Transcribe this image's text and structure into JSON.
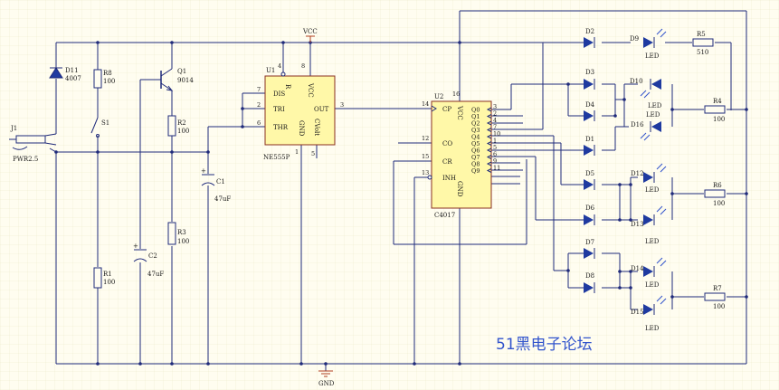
{
  "schematic": {
    "labels": {
      "J1": "J1",
      "PWR": "PWR2.5",
      "D11": "D11",
      "D11v": "4007",
      "R8": "R8",
      "R8v": "100",
      "S1": "S1",
      "R1": "R1",
      "R1v": "100",
      "C2": "C2",
      "C2v": "47uF",
      "Q1": "Q1",
      "Q1v": "9014",
      "R2": "R2",
      "R2v": "100",
      "R3": "R3",
      "R3v": "100",
      "C1": "C1",
      "C1v": "47uF",
      "VCC": "VCC",
      "GND": "GND",
      "U1": "U1",
      "U1name": "NE555P",
      "U2": "U2",
      "U2name": "C4017",
      "D1": "D1",
      "D2": "D2",
      "D3": "D3",
      "D4": "D4",
      "D5": "D5",
      "D6": "D6",
      "D7": "D7",
      "D8": "D8",
      "D9": "D9",
      "D10": "D10",
      "D12": "D12",
      "D13": "D13",
      "D14": "D14",
      "D15": "D15",
      "D16": "D16",
      "LED": "LED",
      "R4": "R4",
      "R4v": "100",
      "R5": "R5",
      "R5v": "510",
      "R6": "R6",
      "R6v": "100",
      "R7": "R7",
      "R7v": "100"
    },
    "ne555": {
      "pins": {
        "DIS": "DIS",
        "TRI": "TRI",
        "THR": "THR",
        "R": "R",
        "VCC": "VCC",
        "OUT": "OUT",
        "GND": "GND",
        "CVolt": "CVolt"
      },
      "nums": {
        "p7": "7",
        "p2": "2",
        "p6": "6",
        "p4": "4",
        "p8": "8",
        "p3": "3",
        "p1": "1",
        "p5": "5"
      }
    },
    "cd4017": {
      "left_pins": {
        "CP": "CP",
        "CO": "CO",
        "CR": "CR",
        "INH": "INH"
      },
      "left_nums": {
        "n14": "14",
        "n12": "12",
        "n15": "15",
        "n13": "13"
      },
      "top": {
        "VCC": "VCC",
        "n16": "16"
      },
      "bottom": {
        "GND": "GND"
      },
      "outputs": [
        {
          "name": "Q0",
          "num": "3"
        },
        {
          "name": "Q1",
          "num": "2"
        },
        {
          "name": "Q2",
          "num": "4"
        },
        {
          "name": "Q3",
          "num": "7"
        },
        {
          "name": "Q4",
          "num": "10"
        },
        {
          "name": "Q5",
          "num": "1"
        },
        {
          "name": "Q6",
          "num": "5"
        },
        {
          "name": "Q7",
          "num": "6"
        },
        {
          "name": "Q8",
          "num": "9"
        },
        {
          "name": "Q9",
          "num": "11"
        }
      ]
    },
    "watermark": "51黑电子论坛"
  }
}
